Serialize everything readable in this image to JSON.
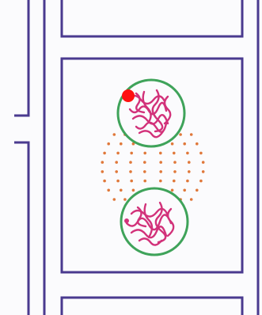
{
  "diagram": {
    "description_text": "",
    "colors": {
      "background": "#fbfbfd",
      "cell_wall": "#4a3a8f",
      "spindle_dots": "#e0783a",
      "nuclear_envelope": "#3fa35a",
      "chromatin": "#d2327a",
      "marker": "#ff1010"
    },
    "icons": {
      "spindle": "dotted-spindle",
      "nucleus": "circle-with-chromatin",
      "marker": "red-dot"
    }
  }
}
